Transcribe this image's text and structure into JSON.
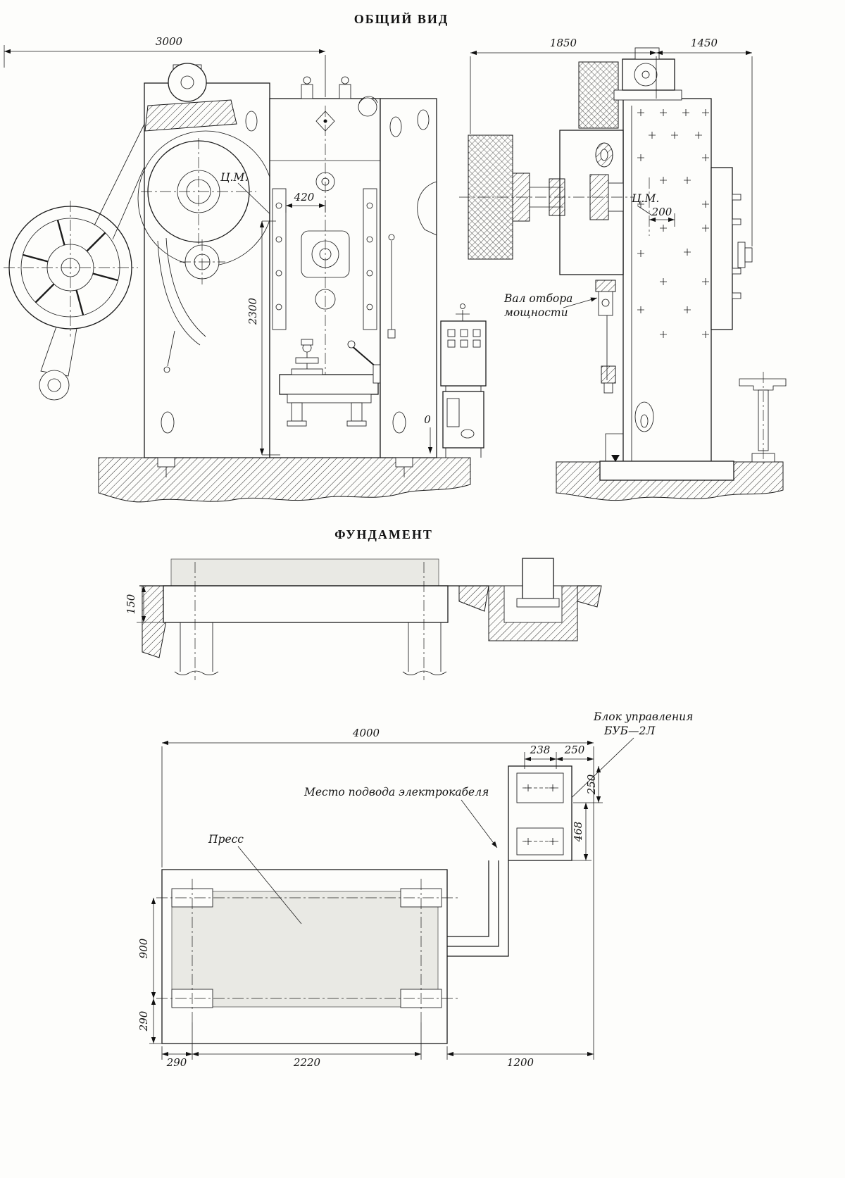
{
  "titles": {
    "general": "ОБЩИЙ ВИД",
    "foundation": "ФУНДАМЕНТ"
  },
  "front": {
    "dim3000": "3000",
    "dim420": "420",
    "dim2300": "2300",
    "cm": "Ц.М.",
    "zero": "0"
  },
  "side": {
    "dim1850": "1850",
    "dim1450": "1450",
    "cm": "Ц.М.",
    "dim200": "200",
    "pto1": "Вал отбора",
    "pto2": "мощности"
  },
  "section": {
    "dim150": "150"
  },
  "plan": {
    "dim4000": "4000",
    "block1": "Блок управления",
    "block2": "БУБ—2Л",
    "dim238": "238",
    "dim250top": "250",
    "dim250right": "250",
    "dim468": "468",
    "cable": "Место подвода электрокабеля",
    "press": "Пресс",
    "dim900": "900",
    "dim290left": "290",
    "dim290bottom": "290",
    "dim2220": "2220",
    "dim1200": "1200"
  }
}
